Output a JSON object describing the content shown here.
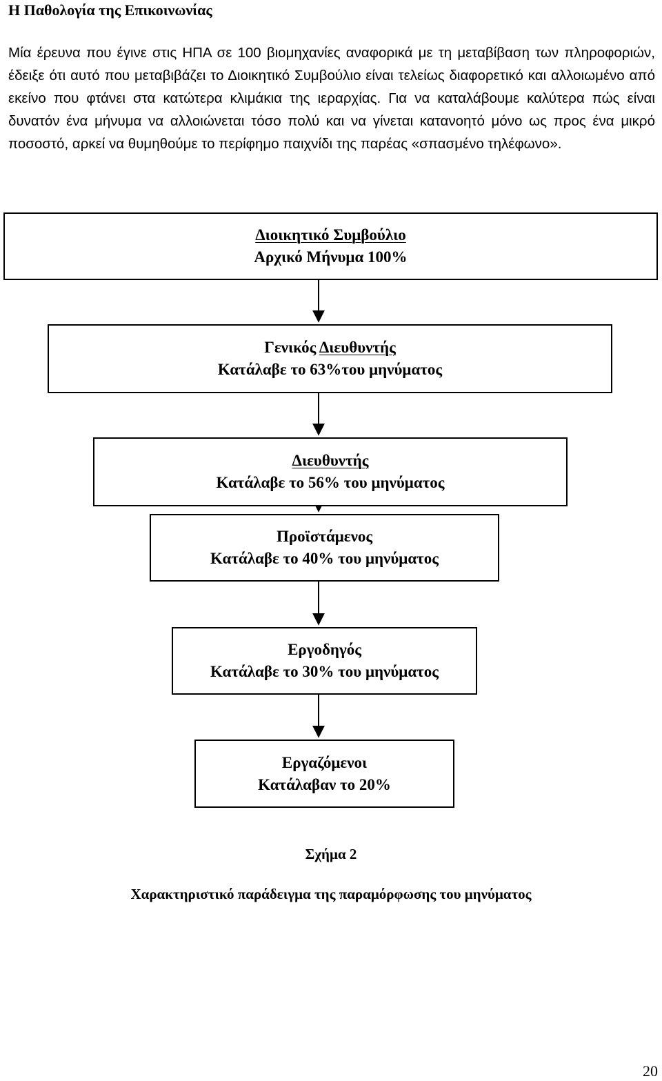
{
  "heading": "Η Παθολογία της Επικοινωνίας",
  "paragraph": "Μία έρευνα που έγινε στις ΗΠΑ σε 100 βιομηχανίες αναφορικά με τη μεταβίβαση των πληροφοριών, έδειξε ότι αυτό που μεταβιβάζει το Διοικητικό Συμβούλιο είναι τελείως διαφορετικό και αλλοιωμένο από εκείνο που φτάνει στα κατώτερα κλιμάκια της ιεραρχίας. Για να καταλάβουμε καλύτερα πώς είναι δυνατόν ένα μήνυμα να αλλοιώνεται τόσο πολύ και να γίνεται κατανοητό μόνο ως προς ένα μικρό ποσοστό, αρκεί να θυμηθούμε το περίφημο παιχνίδι της παρέας «σπασμένο τηλέφωνο».",
  "diagram": {
    "boxes": [
      {
        "line1": "Διοικητικό Συμβούλιο",
        "line2": "Αρχικό Μήνυμα 100%",
        "percent": 100
      },
      {
        "line1": "Γενικός Διευθυντής",
        "line2": "Κατάλαβε το 63%του μηνύματος",
        "percent": 63
      },
      {
        "line1": "Διευθυντής",
        "line2": "Κατάλαβε το 56% του μηνύματος",
        "percent": 56
      },
      {
        "line1": "Προϊστάμενος",
        "line2": "Κατάλαβε το 40% του μηνύματος",
        "percent": 40
      },
      {
        "line1": "Εργοδηγός",
        "line2": "Κατάλαβε το 30% του μηνύματος",
        "percent": 30
      },
      {
        "line1": "Εργαζόμενοι",
        "line2": "Κατάλαβαν το 20%",
        "percent": 20
      }
    ]
  },
  "caption": {
    "figure": "Σχήμα 2",
    "text": "Χαρακτηριστικό παράδειγμα της παραμόρφωσης του μηνύματος"
  },
  "page_number": "20"
}
